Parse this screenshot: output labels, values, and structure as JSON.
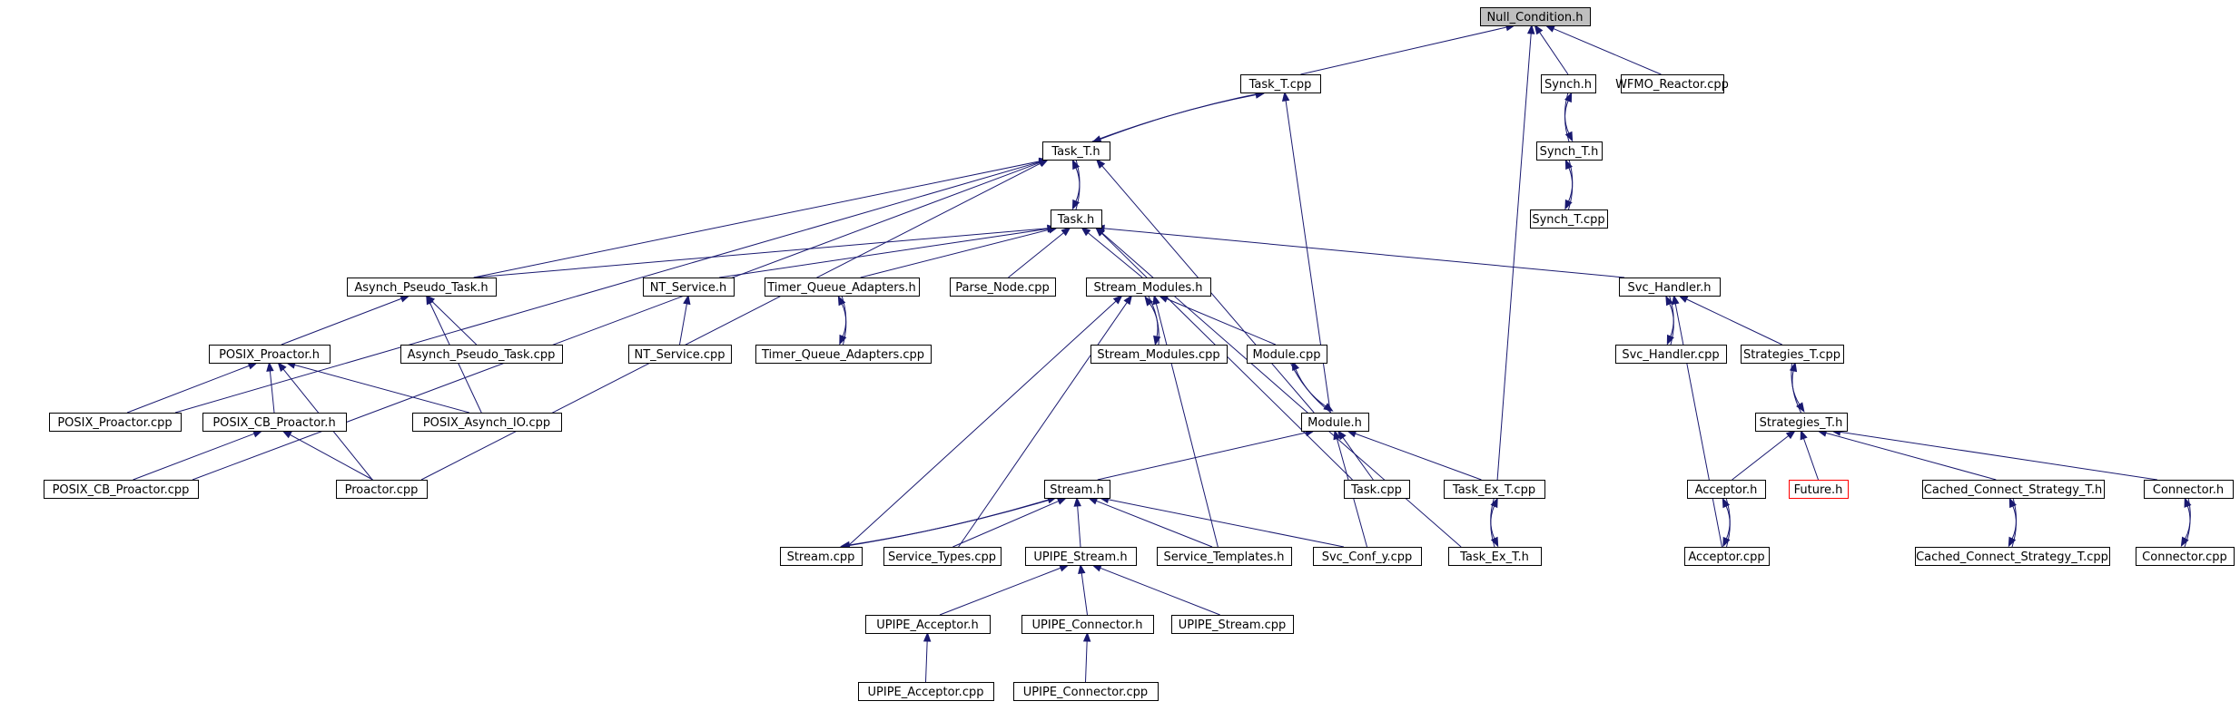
{
  "colors": {
    "edge": "#191970",
    "root_fill": "#bfbfbf",
    "missing_border": "#ff0000"
  },
  "nodes": [
    {
      "id": "null_condition_h",
      "label": "Null_Condition.h",
      "kind": "root"
    },
    {
      "id": "task_t_cpp",
      "label": "Task_T.cpp"
    },
    {
      "id": "synch_h",
      "label": "Synch.h"
    },
    {
      "id": "wfmo_reactor_cpp",
      "label": "WFMO_Reactor.cpp"
    },
    {
      "id": "task_t_h",
      "label": "Task_T.h"
    },
    {
      "id": "synch_t_h",
      "label": "Synch_T.h"
    },
    {
      "id": "task_h",
      "label": "Task.h"
    },
    {
      "id": "synch_t_cpp",
      "label": "Synch_T.cpp"
    },
    {
      "id": "asynch_pseudo_task_h",
      "label": "Asynch_Pseudo_Task.h"
    },
    {
      "id": "nt_service_h",
      "label": "NT_Service.h"
    },
    {
      "id": "timer_queue_adapters_h",
      "label": "Timer_Queue_Adapters.h"
    },
    {
      "id": "parse_node_cpp",
      "label": "Parse_Node.cpp"
    },
    {
      "id": "stream_modules_h",
      "label": "Stream_Modules.h"
    },
    {
      "id": "svc_handler_h",
      "label": "Svc_Handler.h"
    },
    {
      "id": "posix_proactor_h",
      "label": "POSIX_Proactor.h"
    },
    {
      "id": "asynch_pseudo_task_cpp",
      "label": "Asynch_Pseudo_Task.cpp"
    },
    {
      "id": "nt_service_cpp",
      "label": "NT_Service.cpp"
    },
    {
      "id": "timer_queue_adapters_cpp",
      "label": "Timer_Queue_Adapters.cpp"
    },
    {
      "id": "stream_modules_cpp",
      "label": "Stream_Modules.cpp"
    },
    {
      "id": "module_cpp",
      "label": "Module.cpp"
    },
    {
      "id": "svc_handler_cpp",
      "label": "Svc_Handler.cpp"
    },
    {
      "id": "strategies_t_cpp",
      "label": "Strategies_T.cpp"
    },
    {
      "id": "posix_proactor_cpp",
      "label": "POSIX_Proactor.cpp"
    },
    {
      "id": "posix_cb_proactor_h",
      "label": "POSIX_CB_Proactor.h"
    },
    {
      "id": "posix_asynch_io_cpp",
      "label": "POSIX_Asynch_IO.cpp"
    },
    {
      "id": "module_h",
      "label": "Module.h"
    },
    {
      "id": "strategies_t_h",
      "label": "Strategies_T.h"
    },
    {
      "id": "posix_cb_proactor_cpp",
      "label": "POSIX_CB_Proactor.cpp"
    },
    {
      "id": "proactor_cpp",
      "label": "Proactor.cpp"
    },
    {
      "id": "stream_h",
      "label": "Stream.h"
    },
    {
      "id": "task_cpp",
      "label": "Task.cpp"
    },
    {
      "id": "task_ex_t_cpp",
      "label": "Task_Ex_T.cpp"
    },
    {
      "id": "acceptor_h",
      "label": "Acceptor.h"
    },
    {
      "id": "future_h",
      "label": "Future.h",
      "kind": "red"
    },
    {
      "id": "cached_connect_strategy_t_h",
      "label": "Cached_Connect_Strategy_T.h"
    },
    {
      "id": "connector_h",
      "label": "Connector.h"
    },
    {
      "id": "stream_cpp",
      "label": "Stream.cpp"
    },
    {
      "id": "service_types_cpp",
      "label": "Service_Types.cpp"
    },
    {
      "id": "upipe_stream_h",
      "label": "UPIPE_Stream.h"
    },
    {
      "id": "service_templates_h",
      "label": "Service_Templates.h"
    },
    {
      "id": "svc_conf_y_cpp",
      "label": "Svc_Conf_y.cpp"
    },
    {
      "id": "task_ex_t_h",
      "label": "Task_Ex_T.h"
    },
    {
      "id": "acceptor_cpp",
      "label": "Acceptor.cpp"
    },
    {
      "id": "cached_connect_strategy_t_cpp",
      "label": "Cached_Connect_Strategy_T.cpp"
    },
    {
      "id": "connector_cpp",
      "label": "Connector.cpp"
    },
    {
      "id": "upipe_acceptor_h",
      "label": "UPIPE_Acceptor.h"
    },
    {
      "id": "upipe_connector_h",
      "label": "UPIPE_Connector.h"
    },
    {
      "id": "upipe_stream_cpp",
      "label": "UPIPE_Stream.cpp"
    },
    {
      "id": "upipe_acceptor_cpp",
      "label": "UPIPE_Acceptor.cpp"
    },
    {
      "id": "upipe_connector_cpp",
      "label": "UPIPE_Connector.cpp"
    }
  ],
  "edges": [
    {
      "from": "task_t_cpp",
      "to": "null_condition_h"
    },
    {
      "from": "synch_h",
      "to": "null_condition_h"
    },
    {
      "from": "wfmo_reactor_cpp",
      "to": "null_condition_h"
    },
    {
      "from": "task_ex_t_cpp",
      "to": "null_condition_h"
    },
    {
      "from": "task_t_h",
      "to": "task_t_cpp"
    },
    {
      "from": "task_t_cpp",
      "to": "task_t_h"
    },
    {
      "from": "module_h",
      "to": "task_t_cpp"
    },
    {
      "from": "synch_t_h",
      "to": "synch_h"
    },
    {
      "from": "synch_h",
      "to": "synch_t_h"
    },
    {
      "from": "synch_t_cpp",
      "to": "synch_t_h"
    },
    {
      "from": "synch_t_h",
      "to": "synch_t_cpp"
    },
    {
      "from": "task_h",
      "to": "task_t_h"
    },
    {
      "from": "task_t_h",
      "to": "task_h"
    },
    {
      "from": "asynch_pseudo_task_h",
      "to": "task_t_h"
    },
    {
      "from": "posix_proactor_cpp",
      "to": "task_t_h"
    },
    {
      "from": "posix_cb_proactor_cpp",
      "to": "task_t_h"
    },
    {
      "from": "proactor_cpp",
      "to": "task_t_h"
    },
    {
      "from": "module_h",
      "to": "task_t_h"
    },
    {
      "from": "asynch_pseudo_task_h",
      "to": "task_h"
    },
    {
      "from": "nt_service_h",
      "to": "task_h"
    },
    {
      "from": "timer_queue_adapters_h",
      "to": "task_h"
    },
    {
      "from": "parse_node_cpp",
      "to": "task_h"
    },
    {
      "from": "stream_modules_h",
      "to": "task_h"
    },
    {
      "from": "svc_handler_h",
      "to": "task_h"
    },
    {
      "from": "task_cpp",
      "to": "task_h"
    },
    {
      "from": "task_ex_t_h",
      "to": "task_h"
    },
    {
      "from": "posix_proactor_h",
      "to": "asynch_pseudo_task_h"
    },
    {
      "from": "asynch_pseudo_task_cpp",
      "to": "asynch_pseudo_task_h"
    },
    {
      "from": "posix_asynch_io_cpp",
      "to": "asynch_pseudo_task_h"
    },
    {
      "from": "nt_service_cpp",
      "to": "nt_service_h"
    },
    {
      "from": "timer_queue_adapters_cpp",
      "to": "timer_queue_adapters_h"
    },
    {
      "from": "timer_queue_adapters_h",
      "to": "timer_queue_adapters_cpp"
    },
    {
      "from": "stream_modules_cpp",
      "to": "stream_modules_h"
    },
    {
      "from": "stream_modules_h",
      "to": "stream_modules_cpp"
    },
    {
      "from": "module_cpp",
      "to": "stream_modules_h"
    },
    {
      "from": "stream_cpp",
      "to": "stream_modules_h"
    },
    {
      "from": "service_types_cpp",
      "to": "stream_modules_h"
    },
    {
      "from": "service_templates_h",
      "to": "stream_modules_h"
    },
    {
      "from": "svc_handler_cpp",
      "to": "svc_handler_h"
    },
    {
      "from": "svc_handler_h",
      "to": "svc_handler_cpp"
    },
    {
      "from": "strategies_t_cpp",
      "to": "svc_handler_h"
    },
    {
      "from": "acceptor_cpp",
      "to": "svc_handler_h"
    },
    {
      "from": "strategies_t_h",
      "to": "strategies_t_cpp"
    },
    {
      "from": "strategies_t_cpp",
      "to": "strategies_t_h"
    },
    {
      "from": "posix_proactor_cpp",
      "to": "posix_proactor_h"
    },
    {
      "from": "posix_cb_proactor_h",
      "to": "posix_proactor_h"
    },
    {
      "from": "posix_asynch_io_cpp",
      "to": "posix_proactor_h"
    },
    {
      "from": "proactor_cpp",
      "to": "posix_proactor_h"
    },
    {
      "from": "posix_cb_proactor_cpp",
      "to": "posix_cb_proactor_h"
    },
    {
      "from": "proactor_cpp",
      "to": "posix_cb_proactor_h"
    },
    {
      "from": "module_h",
      "to": "module_cpp"
    },
    {
      "from": "module_cpp",
      "to": "module_h"
    },
    {
      "from": "stream_h",
      "to": "module_h"
    },
    {
      "from": "task_cpp",
      "to": "module_h"
    },
    {
      "from": "task_ex_t_cpp",
      "to": "module_h"
    },
    {
      "from": "svc_conf_y_cpp",
      "to": "module_h"
    },
    {
      "from": "acceptor_h",
      "to": "strategies_t_h"
    },
    {
      "from": "future_h",
      "to": "strategies_t_h"
    },
    {
      "from": "cached_connect_strategy_t_h",
      "to": "strategies_t_h"
    },
    {
      "from": "connector_h",
      "to": "strategies_t_h"
    },
    {
      "from": "stream_cpp",
      "to": "stream_h"
    },
    {
      "from": "stream_h",
      "to": "stream_cpp"
    },
    {
      "from": "service_types_cpp",
      "to": "stream_h"
    },
    {
      "from": "upipe_stream_h",
      "to": "stream_h"
    },
    {
      "from": "service_templates_h",
      "to": "stream_h"
    },
    {
      "from": "svc_conf_y_cpp",
      "to": "stream_h"
    },
    {
      "from": "task_ex_t_h",
      "to": "task_ex_t_cpp"
    },
    {
      "from": "task_ex_t_cpp",
      "to": "task_ex_t_h"
    },
    {
      "from": "acceptor_cpp",
      "to": "acceptor_h"
    },
    {
      "from": "acceptor_h",
      "to": "acceptor_cpp"
    },
    {
      "from": "cached_connect_strategy_t_cpp",
      "to": "cached_connect_strategy_t_h"
    },
    {
      "from": "cached_connect_strategy_t_h",
      "to": "cached_connect_strategy_t_cpp"
    },
    {
      "from": "connector_cpp",
      "to": "connector_h"
    },
    {
      "from": "connector_h",
      "to": "connector_cpp"
    },
    {
      "from": "upipe_acceptor_h",
      "to": "upipe_stream_h"
    },
    {
      "from": "upipe_connector_h",
      "to": "upipe_stream_h"
    },
    {
      "from": "upipe_stream_cpp",
      "to": "upipe_stream_h"
    },
    {
      "from": "upipe_acceptor_cpp",
      "to": "upipe_acceptor_h"
    },
    {
      "from": "upipe_connector_cpp",
      "to": "upipe_connector_h"
    }
  ]
}
